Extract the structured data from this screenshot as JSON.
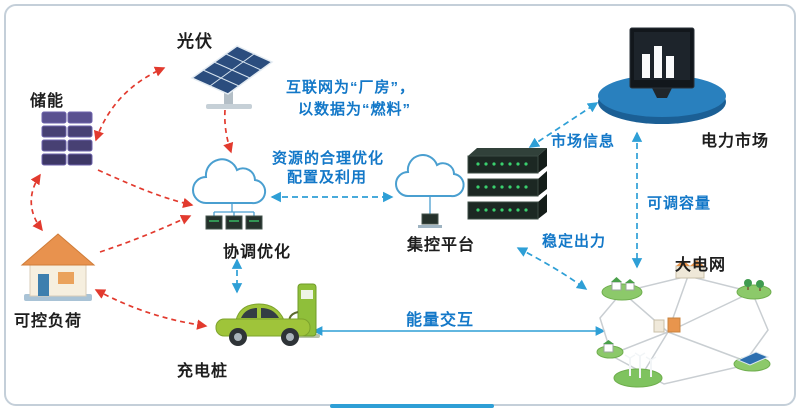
{
  "nodes": {
    "pv": {
      "label": "光伏"
    },
    "storage": {
      "label": "储能"
    },
    "load": {
      "label": "可控负荷"
    },
    "charger": {
      "label": "充电桩"
    },
    "coordination": {
      "label": "协调优化"
    },
    "platform": {
      "label": "集控平台"
    },
    "market": {
      "label": "电力市场"
    },
    "grid": {
      "label": "大电网"
    }
  },
  "annotations": {
    "internet_line1": "互联网为“厂房”，",
    "internet_line2": "以数据为“燃料”",
    "resource_line1": "资源的合理优化",
    "resource_line2": "配置及利用",
    "market_info": "市场信息",
    "adjustable_capacity": "可调容量",
    "stable_output": "稳定出力",
    "energy_exchange": "能量交互"
  },
  "colors": {
    "blue_text": "#1378c8",
    "red_arrow": "#e23a2e",
    "blue_arrow": "#2e9fd6",
    "market_podium": "#2478b4",
    "car_green": "#9fc43a"
  }
}
